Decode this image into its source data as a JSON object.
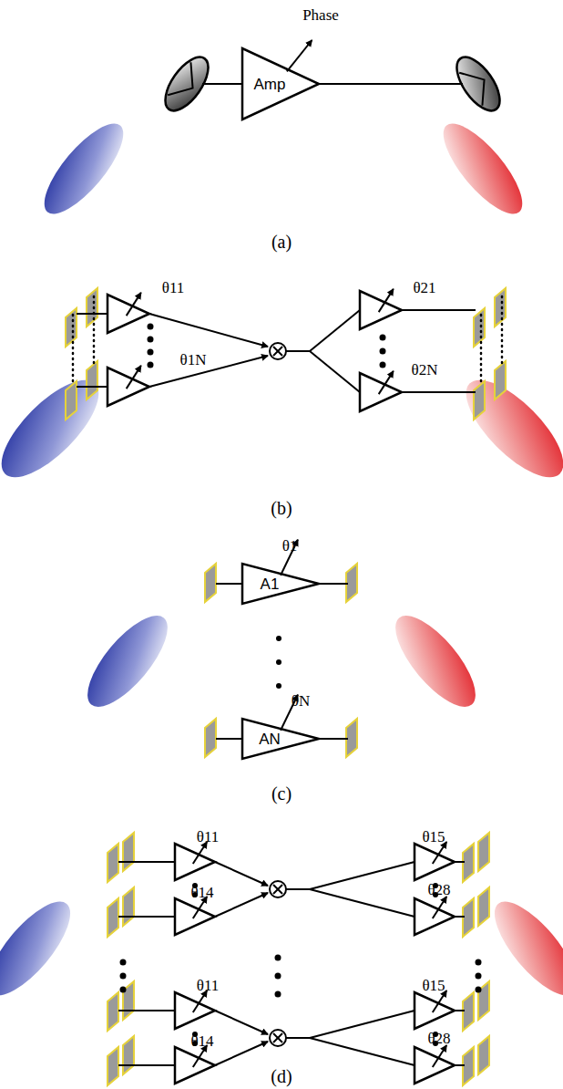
{
  "diagram": {
    "nodes": [
      {
        "text": [
          "Amp"
        ]
      },
      {
        "text": [
          "A1"
        ]
      },
      {
        "text": [
          "AN"
        ]
      }
    ],
    "labels": [
      "Phase",
      "(a)",
      "θ11",
      "θ1N",
      "θ21",
      "θ2N",
      "(b)",
      "θ1",
      "θN",
      "(c)",
      "θ11",
      "θ14",
      "θ15",
      "θ28",
      "θ11",
      "θ14",
      "θ15",
      "θ28",
      "(d)"
    ]
  }
}
